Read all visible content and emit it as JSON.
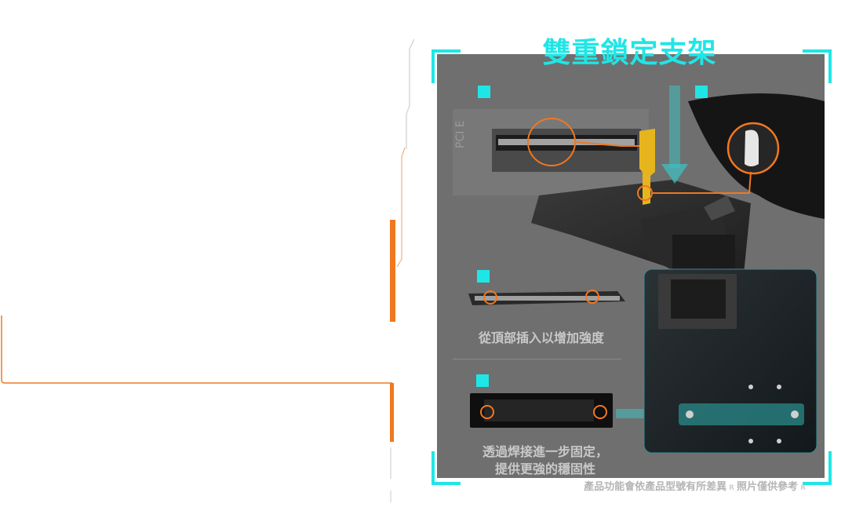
{
  "title": "雙重鎖定支架",
  "sections": [
    {
      "caption": "從頂部插入以增加強度"
    },
    {
      "caption_line1": "透過焊接進一步固定，",
      "caption_line2": "提供更強的穩固性"
    }
  ],
  "board_labels": {
    "slot_text": "PCI E"
  },
  "footer": {
    "note1": "產品功能會依產品型號有所差異",
    "sep": "R",
    "note2": "照片僅供參考"
  },
  "colors": {
    "accent_cyan": "#1fe6e6",
    "accent_orange": "#f07820",
    "panel_gray": "#6f6f6f"
  }
}
